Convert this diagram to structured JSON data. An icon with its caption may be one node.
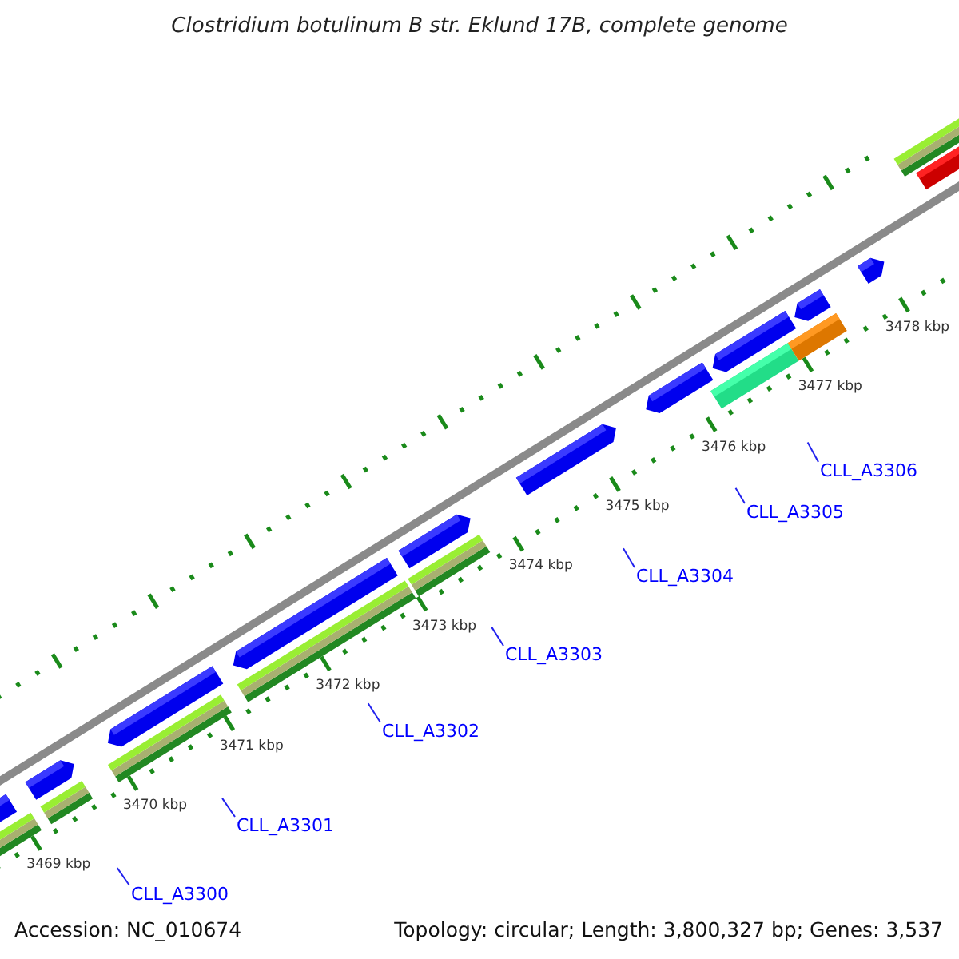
{
  "diagram": {
    "title": "Clostridium botulinum B str. Eklund 17B, complete genome",
    "nodes": [
      {
        "text": [
          "CLL_A3300"
        ]
      },
      {
        "text": [
          "CLL_A3301"
        ]
      },
      {
        "text": [
          "CLL_A3302"
        ]
      },
      {
        "text": [
          "CLL_A3303"
        ]
      },
      {
        "text": [
          "CLL_A3304"
        ]
      },
      {
        "text": [
          "CLL_A3305"
        ]
      },
      {
        "text": [
          "CLL_A3306"
        ]
      }
    ],
    "edges": [
      {
        "from": 0,
        "to": null,
        "arrow": "none"
      },
      {
        "from": 1,
        "to": null,
        "arrow": "none"
      },
      {
        "from": 2,
        "to": null,
        "arrow": "none"
      },
      {
        "from": 3,
        "to": null,
        "arrow": "none"
      },
      {
        "from": 4,
        "to": null,
        "arrow": "none"
      },
      {
        "from": 5,
        "to": null,
        "arrow": "none"
      },
      {
        "from": 6,
        "to": null,
        "arrow": "none"
      }
    ],
    "labels": [
      "3469 kbp",
      "3470 kbp",
      "3471 kbp",
      "3472 kbp",
      "3473 kbp",
      "3474 kbp",
      "3475 kbp",
      "3476 kbp",
      "3477 kbp",
      "3478 kbp",
      "Accession: NC_010674",
      "Topology: circular; Length: 3,800,327 bp; Genes: 3,537"
    ]
  }
}
